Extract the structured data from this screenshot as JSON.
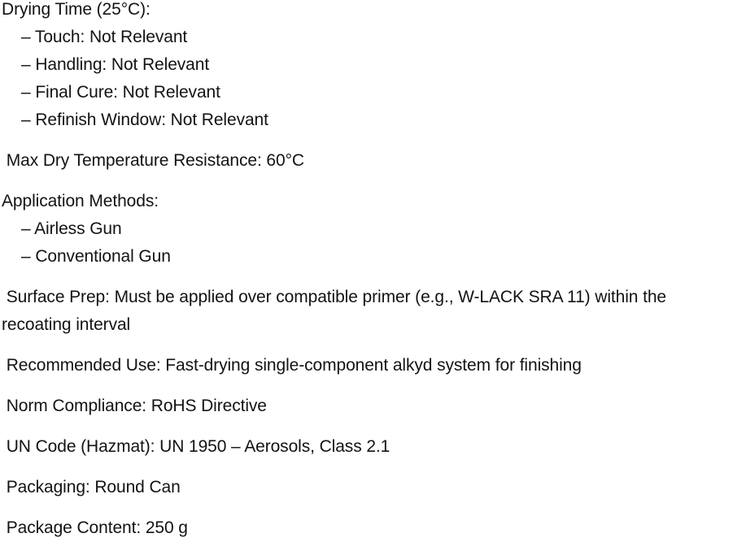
{
  "page": {
    "background": "#ffffff",
    "text_color": "#131313",
    "blocks": [
      {
        "type": "list-group",
        "heading": "Drying Time (25°C):",
        "items": [
          "– Touch: Not Relevant",
          "– Handling: Not Relevant",
          "– Final Cure: Not Relevant",
          "– Refinish Window: Not Relevant"
        ]
      },
      {
        "type": "paragraph",
        "text": " Max Dry Temperature Resistance: 60°C"
      },
      {
        "type": "list-group",
        "heading": "Application Methods:",
        "items": [
          "– Airless Gun",
          "– Conventional Gun"
        ]
      },
      {
        "type": "paragraph",
        "text": " Surface Prep: Must be applied over compatible primer (e.g., W-LACK SRA 11) within the\nrecoating interval"
      },
      {
        "type": "paragraph",
        "text": " Recommended Use: Fast-drying single-component alkyd system for finishing"
      },
      {
        "type": "paragraph",
        "text": " Norm Compliance: RoHS Directive"
      },
      {
        "type": "paragraph",
        "text": " UN Code (Hazmat): UN 1950 – Aerosols, Class 2.1"
      },
      {
        "type": "paragraph",
        "text": " Packaging: Round Can"
      },
      {
        "type": "paragraph",
        "text": " Package Content: 250 g"
      }
    ]
  }
}
